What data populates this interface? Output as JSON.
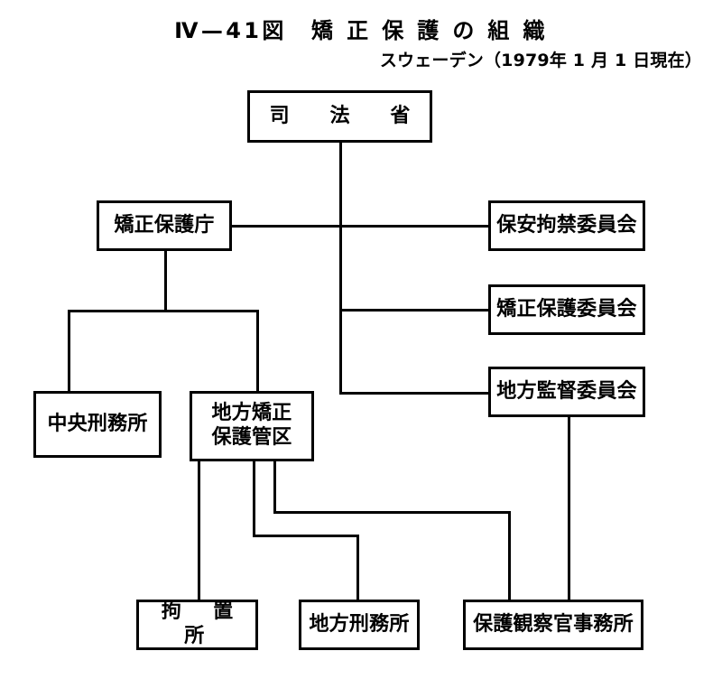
{
  "header": {
    "title": "Ⅳ—41図　矯 正 保 護 の 組 織",
    "subtitle": "スウェーデン（1979年 1 月 1 日現在）"
  },
  "chart_data": {
    "type": "diagram",
    "diagram_kind": "organizational-chart",
    "title": "Ⅳ—41図　矯 正 保 護 の 組 織",
    "subtitle": "スウェーデン（1979年 1 月 1 日現在）",
    "country": "スウェーデン",
    "as_of": "1979年 1 月 1 日現在",
    "nodes": [
      {
        "id": "ministry_of_justice",
        "label": "司　法　省",
        "level": 0
      },
      {
        "id": "correction_agency",
        "label": "矯正保護庁",
        "level": 1
      },
      {
        "id": "security_detention_cmte",
        "label": "保安拘禁委員会",
        "level": 1
      },
      {
        "id": "correction_protection_cmte",
        "label": "矯正保護委員会",
        "level": 2
      },
      {
        "id": "regional_supervision_cmte",
        "label": "地方監督委員会",
        "level": 2
      },
      {
        "id": "central_prison",
        "label": "中央刑務所",
        "level": 3
      },
      {
        "id": "regional_district",
        "label": "地方矯正\n保護管区",
        "level": 3
      },
      {
        "id": "detention_house",
        "label": "拘　置　所",
        "level": 4
      },
      {
        "id": "regional_prison",
        "label": "地方刑務所",
        "level": 4
      },
      {
        "id": "probation_office",
        "label": "保護観察官事務所",
        "level": 4
      }
    ],
    "edges": [
      {
        "from": "ministry_of_justice",
        "to": "correction_agency"
      },
      {
        "from": "ministry_of_justice",
        "to": "security_detention_cmte"
      },
      {
        "from": "ministry_of_justice",
        "to": "correction_protection_cmte"
      },
      {
        "from": "ministry_of_justice",
        "to": "regional_supervision_cmte"
      },
      {
        "from": "correction_agency",
        "to": "security_detention_cmte"
      },
      {
        "from": "correction_agency",
        "to": "central_prison"
      },
      {
        "from": "correction_agency",
        "to": "regional_district"
      },
      {
        "from": "regional_district",
        "to": "detention_house"
      },
      {
        "from": "regional_district",
        "to": "regional_prison"
      },
      {
        "from": "regional_district",
        "to": "probation_office"
      },
      {
        "from": "regional_supervision_cmte",
        "to": "probation_office"
      }
    ]
  },
  "nodes": {
    "ministry_of_justice": {
      "label": "司　法　省"
    },
    "correction_agency": {
      "label": "矯正保護庁"
    },
    "security_detention_cmte": {
      "label": "保安拘禁委員会"
    },
    "correction_protection_cmte": {
      "label": "矯正保護委員会"
    },
    "regional_supervision_cmte": {
      "label": "地方監督委員会"
    },
    "central_prison": {
      "label": "中央刑務所"
    },
    "regional_district": {
      "label": "地方矯正\n保護管区"
    },
    "detention_house": {
      "label": "拘　置　所"
    },
    "regional_prison": {
      "label": "地方刑務所"
    },
    "probation_office": {
      "label": "保護観察官事務所"
    }
  }
}
